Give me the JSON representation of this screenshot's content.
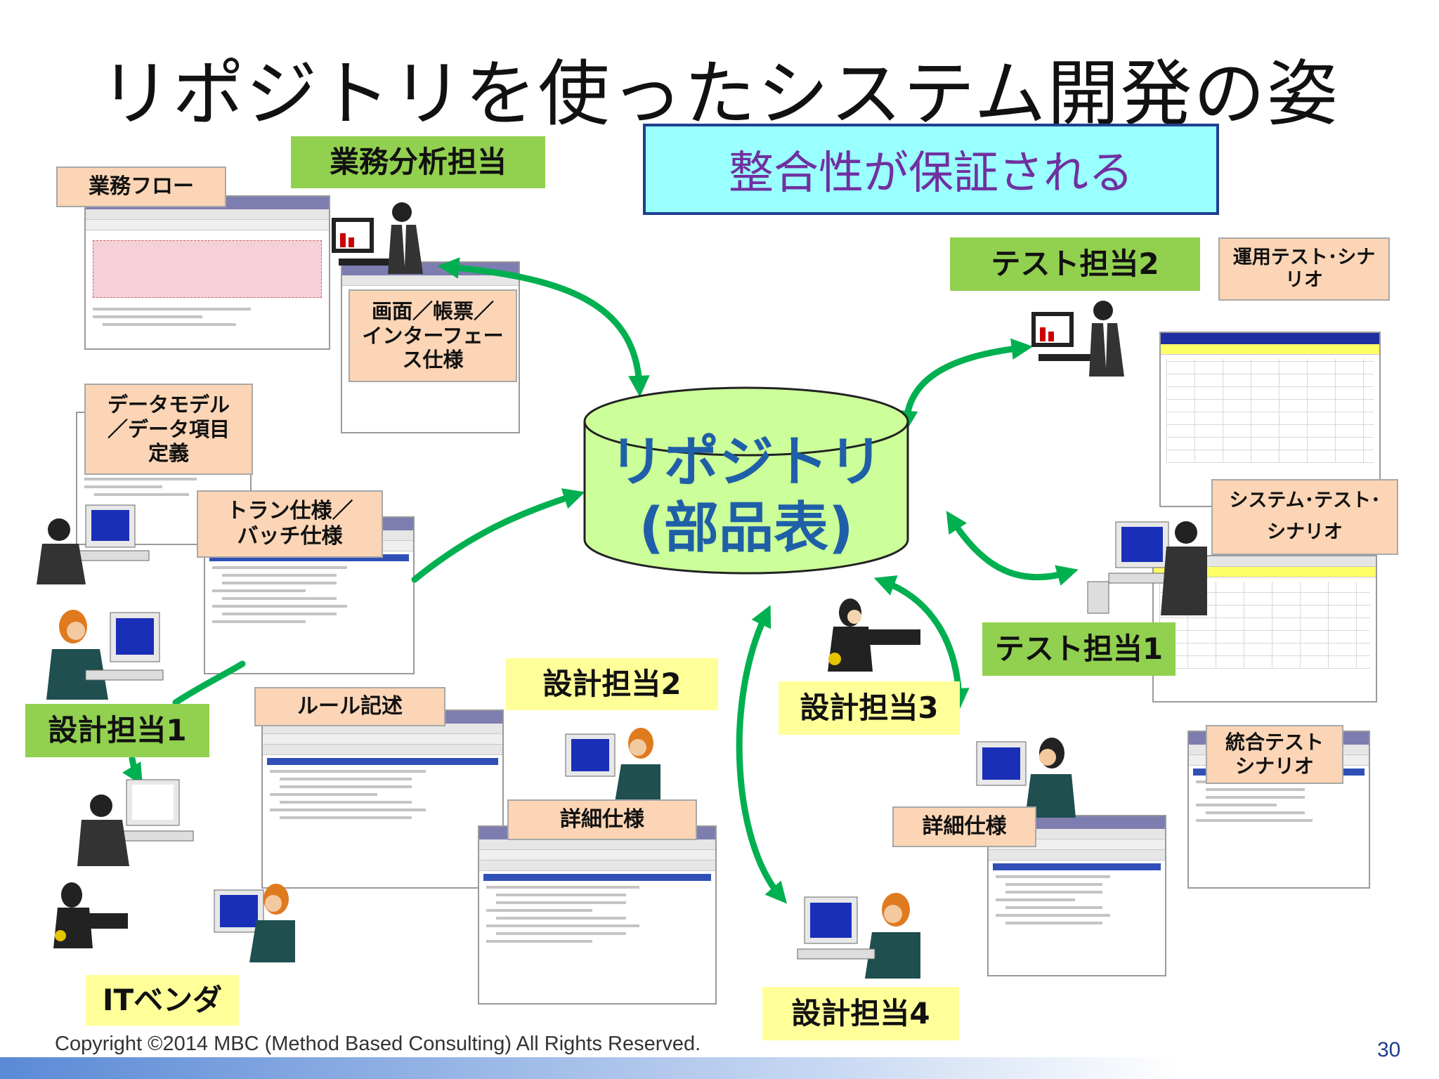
{
  "title": "リポジトリを使ったシステム開発の姿",
  "banner": "整合性が保証される",
  "repository": {
    "line1": "リポジトリ",
    "line2": "(部品表)"
  },
  "roles": {
    "business_analysis": "業務分析担当",
    "test2": "テスト担当2",
    "test1": "テスト担当1",
    "design1": "設計担当1",
    "design2": "設計担当2",
    "design3": "設計担当3",
    "design4": "設計担当4",
    "it_vendor": "ITベンダ"
  },
  "documents": {
    "business_flow": "業務フロー",
    "screen_spec": "画面／帳票／\nインターフェー\nス仕様",
    "data_model": "データモデル\n／データ項目\n定義",
    "tran_spec": "トラン仕様／\nバッチ仕様",
    "rule": "ルール記述",
    "detail1": "詳細仕様",
    "detail2": "詳細仕様",
    "ops_test": "運用テスト･シナ\nリオ",
    "sys_test": "システム･テスト･\nシナリオ",
    "int_test": "統合テスト\nシナリオ"
  },
  "footer": {
    "copyright": "Copyright ©2014 MBC (Method Based Consulting)  All Rights Reserved.",
    "page": "30"
  },
  "colors": {
    "arrow": "#00b050",
    "cylinder_fill": "#ccff99",
    "repository_text": "#1f5fa8",
    "banner_fill": "#99ffff",
    "banner_text": "#7030a0",
    "role_green": "#92d050",
    "doc_peach": "#fbd5b5",
    "role_yellow": "#ffff99"
  }
}
